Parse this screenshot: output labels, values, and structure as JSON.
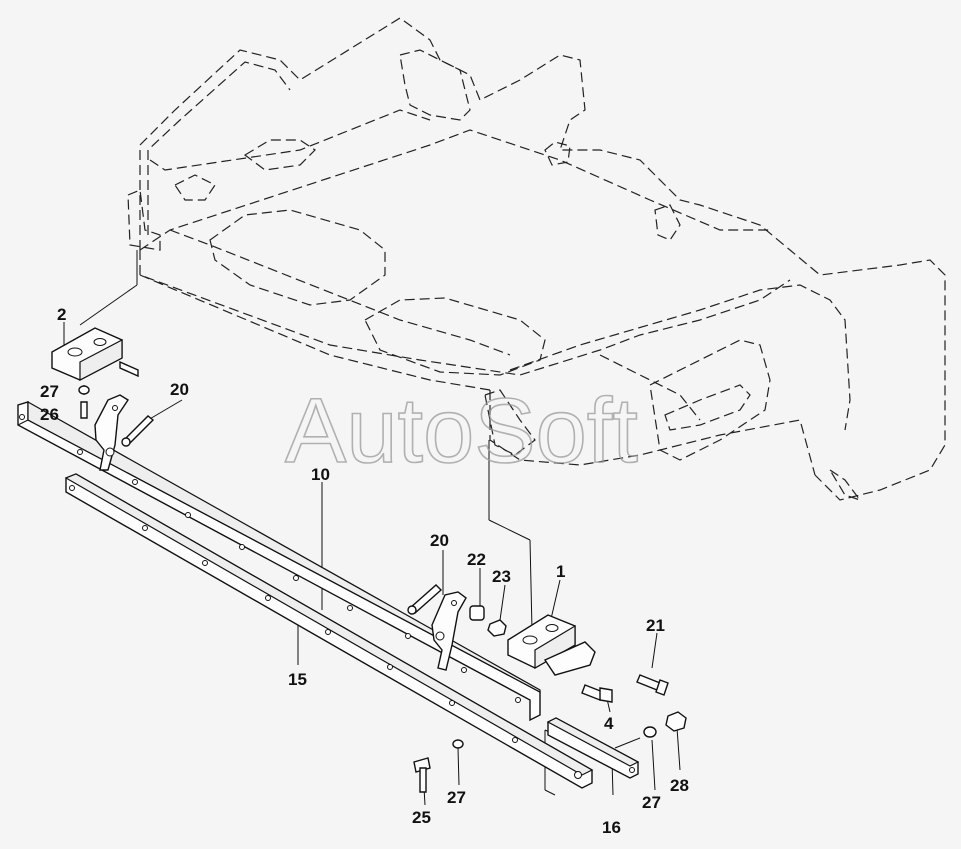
{
  "watermark": "AutoSoft",
  "callouts": {
    "c1": "1",
    "c2": "2",
    "c4": "4",
    "c10": "10",
    "c15": "15",
    "c16": "16",
    "c20a": "20",
    "c20b": "20",
    "c21": "21",
    "c22": "22",
    "c23": "23",
    "c25": "25",
    "c26": "26",
    "c27a": "27",
    "c27b": "27",
    "c27c": "27",
    "c28": "28"
  }
}
